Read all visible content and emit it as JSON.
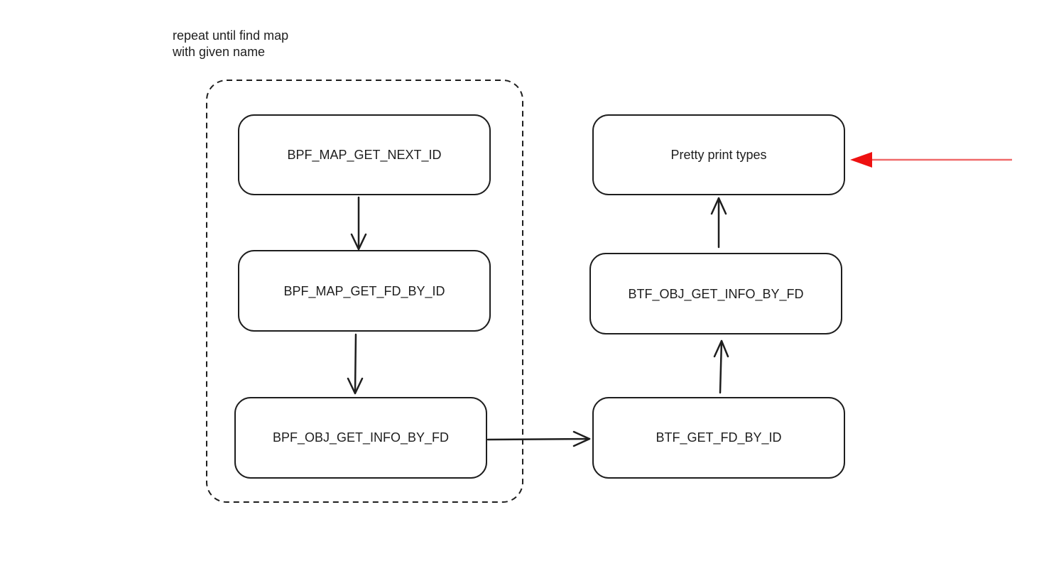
{
  "loop_note": {
    "line1": "repeat until find map",
    "line2": "with given name"
  },
  "boxes": {
    "map_get_next_id": "BPF_MAP_GET_NEXT_ID",
    "map_get_fd_by_id": "BPF_MAP_GET_FD_BY_ID",
    "obj_get_info_by_fd": "BPF_OBJ_GET_INFO_BY_FD",
    "btf_get_fd_by_id": "BTF_GET_FD_BY_ID",
    "btf_obj_get_info_by_fd": "BTF_OBJ_GET_INFO_BY_FD",
    "pretty_print_types": "Pretty print types"
  },
  "colors": {
    "stroke": "#1e1e1e",
    "highlight_arrow": "#ee1111"
  }
}
